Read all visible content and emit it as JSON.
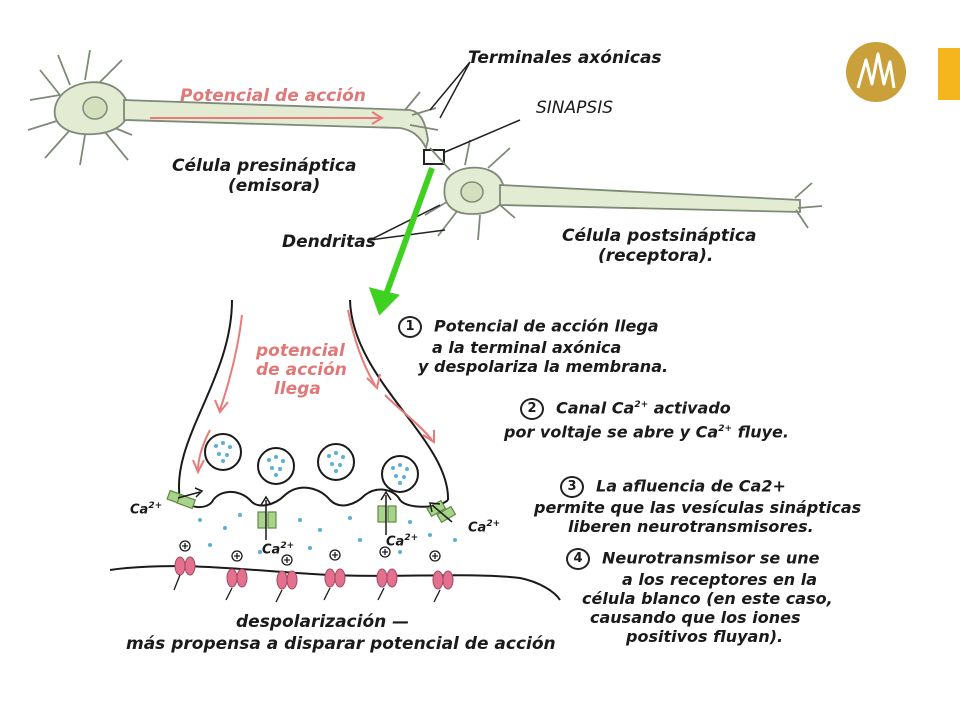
{
  "top": {
    "terminales": "Terminales axónicas",
    "sinapsis": "SINAPSIS",
    "potencial": "Potencial de acción",
    "presinaptica_1": "Célula presináptica",
    "presinaptica_2": "(emisora)",
    "dendritas": "Dendritas",
    "postsinaptica_1": "Célula postsináptica",
    "postsinaptica_2": "(receptora)."
  },
  "bottom": {
    "pot_llega_1": "potencial",
    "pot_llega_2": "de acción",
    "pot_llega_3": "llega",
    "ca_left": "Ca",
    "ca_sup": "2+",
    "ca_mid": "Ca",
    "ca_right_1": "Ca",
    "ca_right_2": "Ca",
    "despol_1": "despolarización —",
    "despol_2": "más propensa a disparar potencial de acción"
  },
  "steps": [
    {
      "num": "1",
      "lines": [
        "Potencial de acción llega",
        "a la terminal axónica",
        "y despolariza la membrana."
      ]
    },
    {
      "num": "2",
      "line1_a": "Canal Ca",
      "line1_sup": "2+",
      "line1_b": " activado",
      "line2_a": "por voltaje se abre y  Ca",
      "line2_sup": "2+",
      "line2_b": " fluye."
    },
    {
      "num": "3",
      "lines": [
        "La afluencia de Ca2+",
        "permite que las vesículas sinápticas",
        "liberen neurotransmisores."
      ]
    },
    {
      "num": "4",
      "lines": [
        "Neurotransmisor se une",
        "a los receptores en la",
        "célula blanco (en este caso,",
        "causando que los iones",
        "positivos fluyan)."
      ]
    }
  ],
  "colors": {
    "neuron_fill": "#e3ecd3",
    "neuron_line": "#7d8a78",
    "pink_arrow": "#e87a7a",
    "green_arrow": "#3fd11f",
    "logo_gold": "#c9a03a",
    "accent_yellow": "#f5b51c",
    "vesicle_dot": "#5ab0d8",
    "channel_green": "#a8d48a",
    "receptor_pink": "#e3708e"
  }
}
